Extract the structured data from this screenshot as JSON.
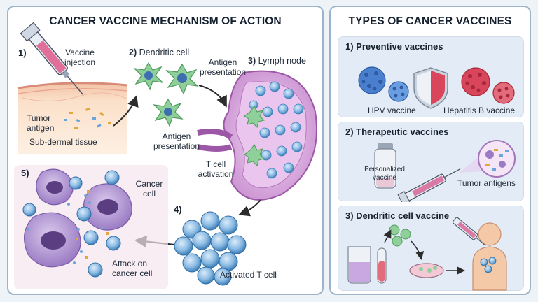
{
  "left": {
    "title": "CANCER VACCINE MECHANISM OF ACTION",
    "step1": {
      "num": "1)",
      "label_line1": "Vaccine",
      "label_line2": "injection",
      "tumor_line1": "Tumor",
      "tumor_line2": "antigen",
      "tissue": "Sub-dermal tissue"
    },
    "step2": {
      "num": "2)",
      "label": "Dendritic cell",
      "antigen_line1": "Antigen",
      "antigen_line2": "presentation"
    },
    "step3": {
      "num": "3)",
      "label": "Lymph node",
      "antigen_line1": "Antigen",
      "antigen_line2": "presentation",
      "tcell_line1": "T cell",
      "tcell_line2": "activation"
    },
    "step4": {
      "num": "4)",
      "label": "Activated T cell"
    },
    "step5": {
      "num": "5)",
      "cancer_line1": "Cancer",
      "cancer_line2": "cell",
      "attack_line1": "Attack on",
      "attack_line2": "cancer cell"
    }
  },
  "right": {
    "title": "TYPES OF CANCER VACCINES",
    "preventive": {
      "title": "1) Preventive vaccines",
      "hpv": "HPV vaccine",
      "hepb": "Hepatitis B vaccine"
    },
    "therapeutic": {
      "title": "2) Therapeutic vaccines",
      "vial_line1": "Personalized",
      "vial_line2": "vaccine",
      "tumor": "Tumor antigens"
    },
    "dendritic": {
      "title": "3) Dendritic cell vaccine"
    }
  },
  "colors": {
    "border": "#9cb3c9",
    "box_bg": "#e3ecf6",
    "lymph": "#c98fd0",
    "tcell": "#6fa8d6",
    "cancer": "#8e6bb5",
    "dendritic": "#7cc08a",
    "hpv": "#4a7fd0",
    "hepb": "#d9455a",
    "skin": "#f3c9a8"
  }
}
